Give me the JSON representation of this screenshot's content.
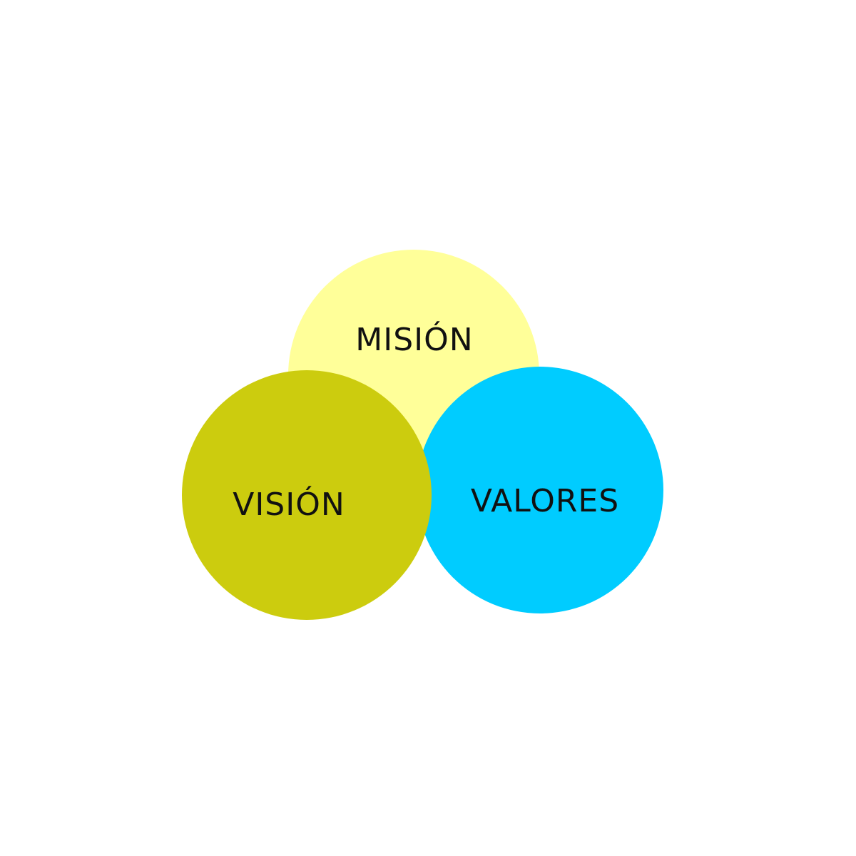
{
  "diagram": {
    "circles": [
      {
        "id": "mision",
        "label": "MISIÓN",
        "color": "#FFFF99"
      },
      {
        "id": "valores",
        "label": "VALORES",
        "color": "#00CCFF"
      },
      {
        "id": "vision",
        "label": "VISIÓN",
        "color": "#CCCC0E"
      }
    ],
    "text_color": "#111111",
    "background": "#FFFFFF"
  }
}
